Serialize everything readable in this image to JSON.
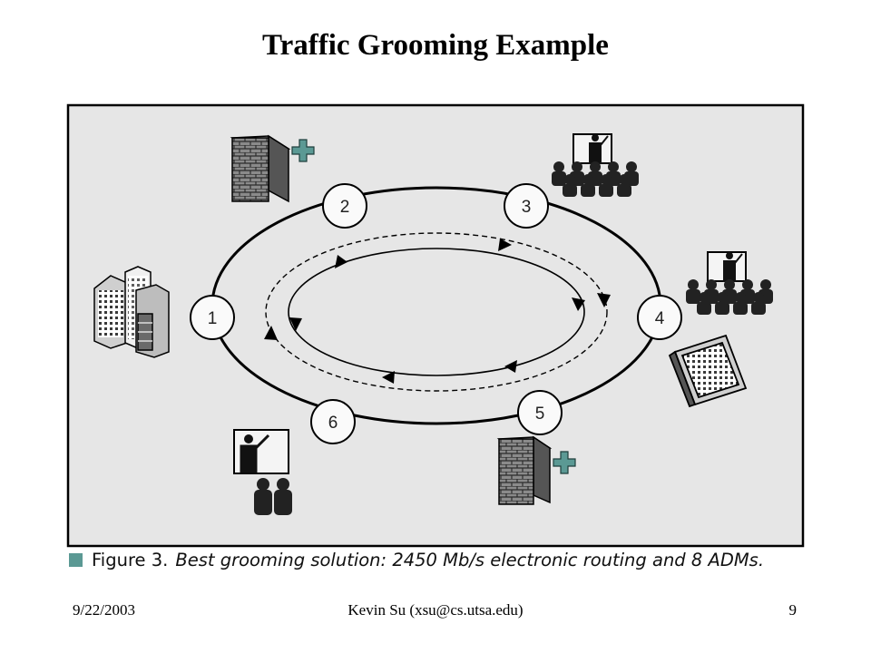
{
  "slide": {
    "title": "Traffic Grooming Example"
  },
  "figure": {
    "nodes": [
      {
        "id": "1",
        "label": "1"
      },
      {
        "id": "2",
        "label": "2"
      },
      {
        "id": "3",
        "label": "3"
      },
      {
        "id": "4",
        "label": "4"
      },
      {
        "id": "5",
        "label": "5"
      },
      {
        "id": "6",
        "label": "6"
      }
    ],
    "caption": {
      "label": "Figure 3.",
      "text": "Best grooming solution: 2450 Mb/s electronic routing and 8 ADMs."
    },
    "colors": {
      "panel_background": "#e6e6e6",
      "panel_border": "#000000",
      "node_fill": "#fafafa",
      "accent": "#5b9994"
    },
    "icons": {
      "node_1": "office-buildings-icon",
      "node_2": [
        "firewall-icon",
        "medical-cross-icon"
      ],
      "node_3": "classroom-audience-icon",
      "node_4": [
        "classroom-audience-icon",
        "server-icon"
      ],
      "node_5": [
        "firewall-icon",
        "medical-cross-icon"
      ],
      "node_6": "small-classroom-icon"
    }
  },
  "footer": {
    "date": "9/22/2003",
    "author": "Kevin Su (xsu@cs.utsa.edu)",
    "page": "9"
  }
}
